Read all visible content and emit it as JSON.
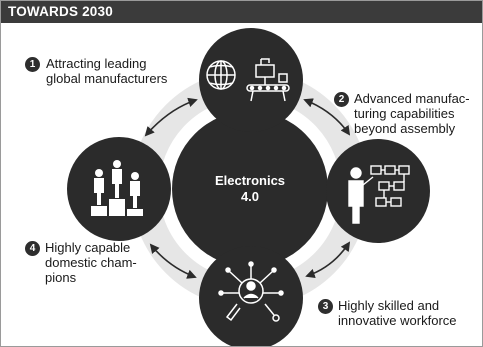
{
  "header": {
    "title": "TOWARDS 2030"
  },
  "center": {
    "line1": "Electronics",
    "line2": "4.0"
  },
  "items": [
    {
      "number": "1",
      "lines": [
        "Attracting leading",
        "global manufacturers"
      ]
    },
    {
      "number": "2",
      "lines": [
        "Advanced manufac-",
        "turing capabilities",
        "beyond assembly"
      ]
    },
    {
      "number": "3",
      "lines": [
        "Highly skilled and",
        "innovative workforce"
      ]
    },
    {
      "number": "4",
      "lines": [
        "Highly capable",
        "domestic cham-",
        "pions"
      ]
    }
  ],
  "colors": {
    "header_bg": "#3b3b3b",
    "ring": "#e6e6e6",
    "circles": "#2b2b2b",
    "text": "#1a1a1a"
  },
  "icons": {
    "top": "globe-and-assembly-line-icon",
    "right": "worker-with-process-board-icon",
    "bottom": "skilled-person-with-tools-icon",
    "left": "people-on-podium-icon"
  }
}
